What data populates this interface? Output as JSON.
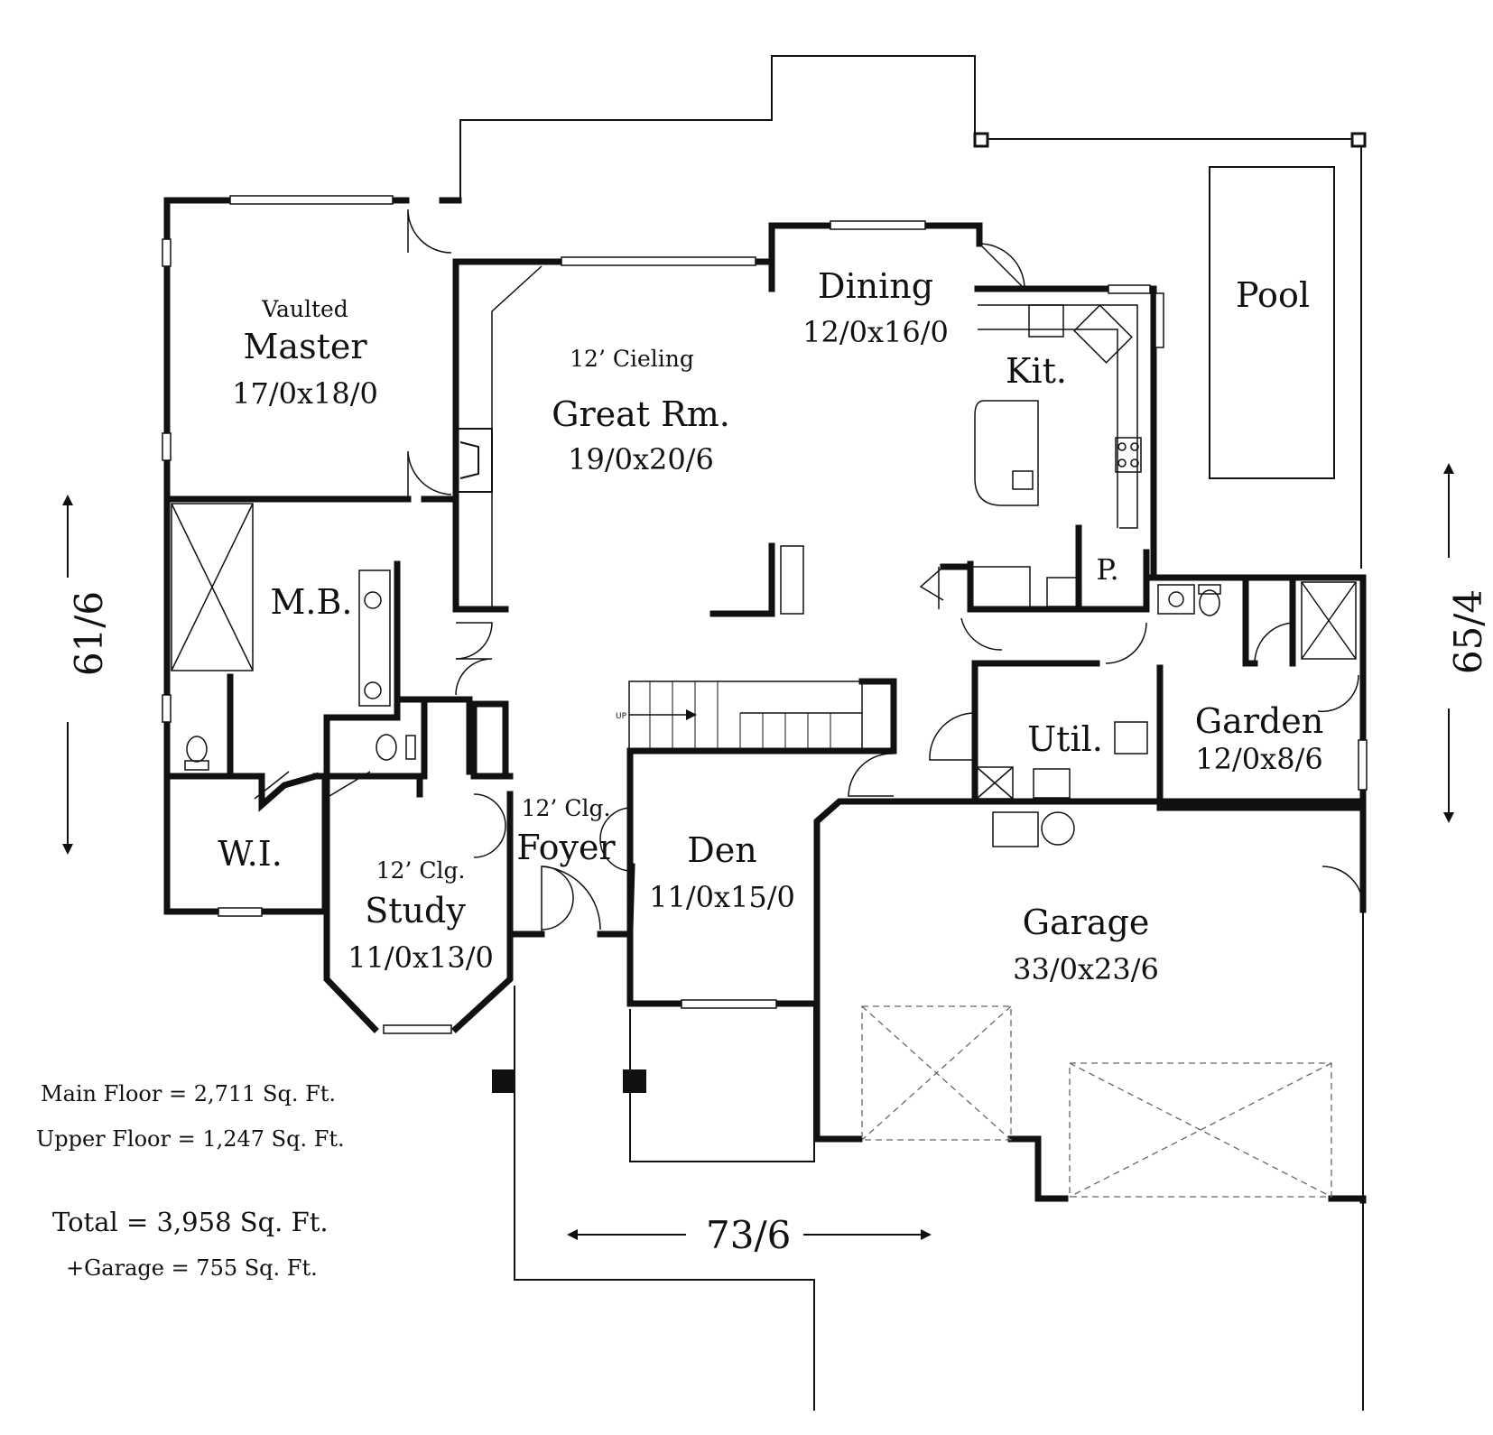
{
  "rooms": {
    "master": {
      "note": "Vaulted",
      "name": "Master",
      "size": "17/0x18/0"
    },
    "great_room": {
      "note": "12’ Cieling",
      "name": "Great Rm.",
      "size": "19/0x20/6"
    },
    "dining": {
      "name": "Dining",
      "size": "12/0x16/0"
    },
    "kitchen": {
      "name": "Kit."
    },
    "pantry": {
      "name": "P."
    },
    "pool": {
      "name": "Pool"
    },
    "master_bath": {
      "name": "M.B."
    },
    "utility": {
      "name": "Util."
    },
    "garden": {
      "name": "Garden",
      "size": "12/0x8/6"
    },
    "walk_in": {
      "name": "W.I."
    },
    "foyer": {
      "note": "12’ Clg.",
      "name": "Foyer"
    },
    "den": {
      "name": "Den",
      "size": "11/0x15/0"
    },
    "study": {
      "note": "12’ Clg.",
      "name": "Study",
      "size": "11/0x13/0"
    },
    "garage": {
      "name": "Garage",
      "size": "33/0x23/6"
    }
  },
  "stair_label": "UP",
  "dimensions": {
    "left": "61/6",
    "right": "65/4",
    "bottom": "73/6"
  },
  "areas": {
    "main_floor": "Main Floor = 2,711 Sq. Ft.",
    "upper_floor": "Upper Floor = 1,247 Sq. Ft.",
    "total": "Total = 3,958 Sq. Ft.",
    "garage": "+Garage = 755 Sq. Ft."
  }
}
